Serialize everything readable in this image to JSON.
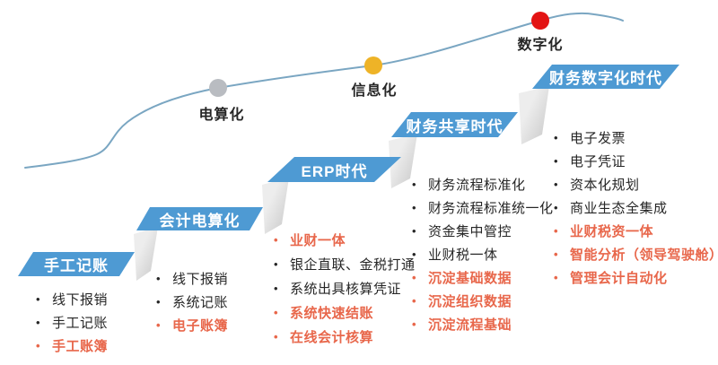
{
  "colors": {
    "banner_blue": "#4e9ad3",
    "banner_text": "#ffffff",
    "curve": "#7aa6c2",
    "dot_gray": "#b9bcc1",
    "dot_yellow": "#eeb327",
    "dot_red": "#e31414",
    "text_dark": "#262626",
    "text_highlight": "#e8674b",
    "wall_light": "#ededed",
    "wall_dark": "#c6c6c6"
  },
  "milestones": [
    {
      "label": "电算化"
    },
    {
      "label": "信息化"
    },
    {
      "label": "数字化"
    }
  ],
  "stages": [
    {
      "title": "手工记账",
      "items": [
        {
          "text": "线下报销",
          "highlight": false
        },
        {
          "text": "手工记账",
          "highlight": false
        },
        {
          "text": "手工账簿",
          "highlight": true
        }
      ]
    },
    {
      "title": "会计电算化",
      "items": [
        {
          "text": "线下报销",
          "highlight": false
        },
        {
          "text": "系统记账",
          "highlight": false
        },
        {
          "text": "电子账簿",
          "highlight": true
        }
      ]
    },
    {
      "title": "ERP时代",
      "items": [
        {
          "text": "业财一体",
          "highlight": true
        },
        {
          "text": "银企直联、金税打通",
          "highlight": false
        },
        {
          "text": "系统出具核算凭证",
          "highlight": false
        },
        {
          "text": "系统快速结账",
          "highlight": true
        },
        {
          "text": "在线会计核算",
          "highlight": true
        }
      ]
    },
    {
      "title": "财务共享时代",
      "items": [
        {
          "text": "财务流程标准化",
          "highlight": false
        },
        {
          "text": "财务流程标准统一化",
          "highlight": false
        },
        {
          "text": "资金集中管控",
          "highlight": false
        },
        {
          "text": "业财税一体",
          "highlight": false
        },
        {
          "text": "沉淀基础数据",
          "highlight": true
        },
        {
          "text": "沉淀组织数据",
          "highlight": true
        },
        {
          "text": "沉淀流程基础",
          "highlight": true
        }
      ]
    },
    {
      "title": "财务数字化时代",
      "items": [
        {
          "text": "电子发票",
          "highlight": false
        },
        {
          "text": "电子凭证",
          "highlight": false
        },
        {
          "text": "资本化规划",
          "highlight": false
        },
        {
          "text": "商业生态全集成",
          "highlight": false
        },
        {
          "text": "业财税资一体",
          "highlight": true
        },
        {
          "text": "智能分析（领导驾驶舱）",
          "highlight": true
        },
        {
          "text": "管理会计自动化",
          "highlight": true
        }
      ]
    }
  ]
}
